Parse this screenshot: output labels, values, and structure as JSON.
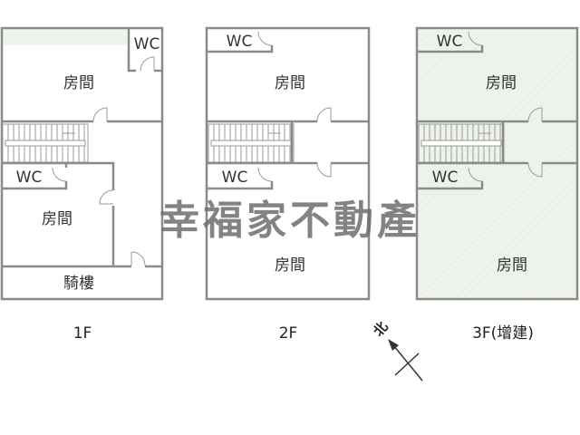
{
  "floors": [
    {
      "label": "1F",
      "rooms": [
        "WC",
        "房間",
        "WC",
        "房間",
        "騎樓"
      ]
    },
    {
      "label": "2F",
      "rooms": [
        "WC",
        "房間",
        "WC",
        "房間"
      ]
    },
    {
      "label": "3F(增建)",
      "rooms": [
        "WC",
        "房間",
        "WC",
        "房間"
      ]
    }
  ],
  "compass": {
    "label": "北"
  },
  "watermark": "幸福家不動產",
  "colors": {
    "wall": "#8a8a8a",
    "addition_fill": "#eef4ec"
  }
}
